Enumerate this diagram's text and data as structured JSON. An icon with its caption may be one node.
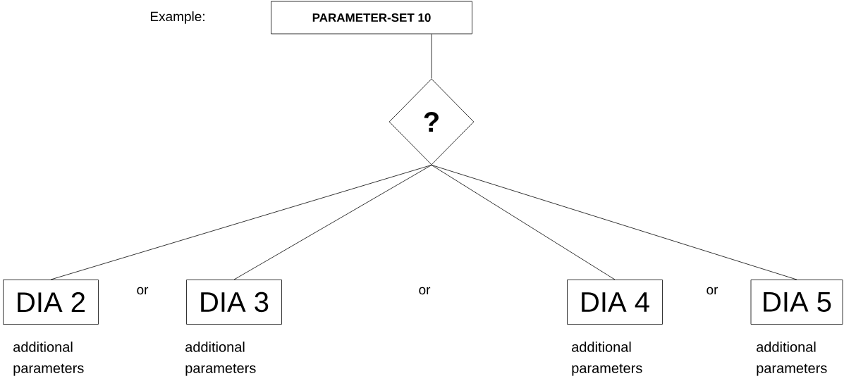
{
  "diagram": {
    "nodes": [
      {
        "text": [
          "PARAMETER-SET 10"
        ]
      },
      {
        "text": [
          "?"
        ]
      },
      {
        "text": [
          "DIA 2"
        ],
        "beside": [
          "additional parameters"
        ]
      },
      {
        "text": [
          "DIA 3"
        ],
        "beside": [
          "additional parameters"
        ]
      },
      {
        "text": [
          "DIA 4"
        ],
        "beside": [
          "additional parameters"
        ]
      },
      {
        "text": [
          "DIA 5"
        ],
        "beside": [
          "additional parameters"
        ]
      }
    ],
    "edges": [
      {
        "from": 0,
        "to": 1,
        "arrow": "none"
      },
      {
        "from": 1,
        "to": 2,
        "arrow": "none"
      },
      {
        "from": 1,
        "to": 3,
        "arrow": "none"
      },
      {
        "from": 1,
        "to": 4,
        "arrow": "none"
      },
      {
        "from": 1,
        "to": 5,
        "arrow": "none"
      }
    ],
    "labels": [
      "Example:",
      "or",
      "or",
      "or"
    ]
  }
}
